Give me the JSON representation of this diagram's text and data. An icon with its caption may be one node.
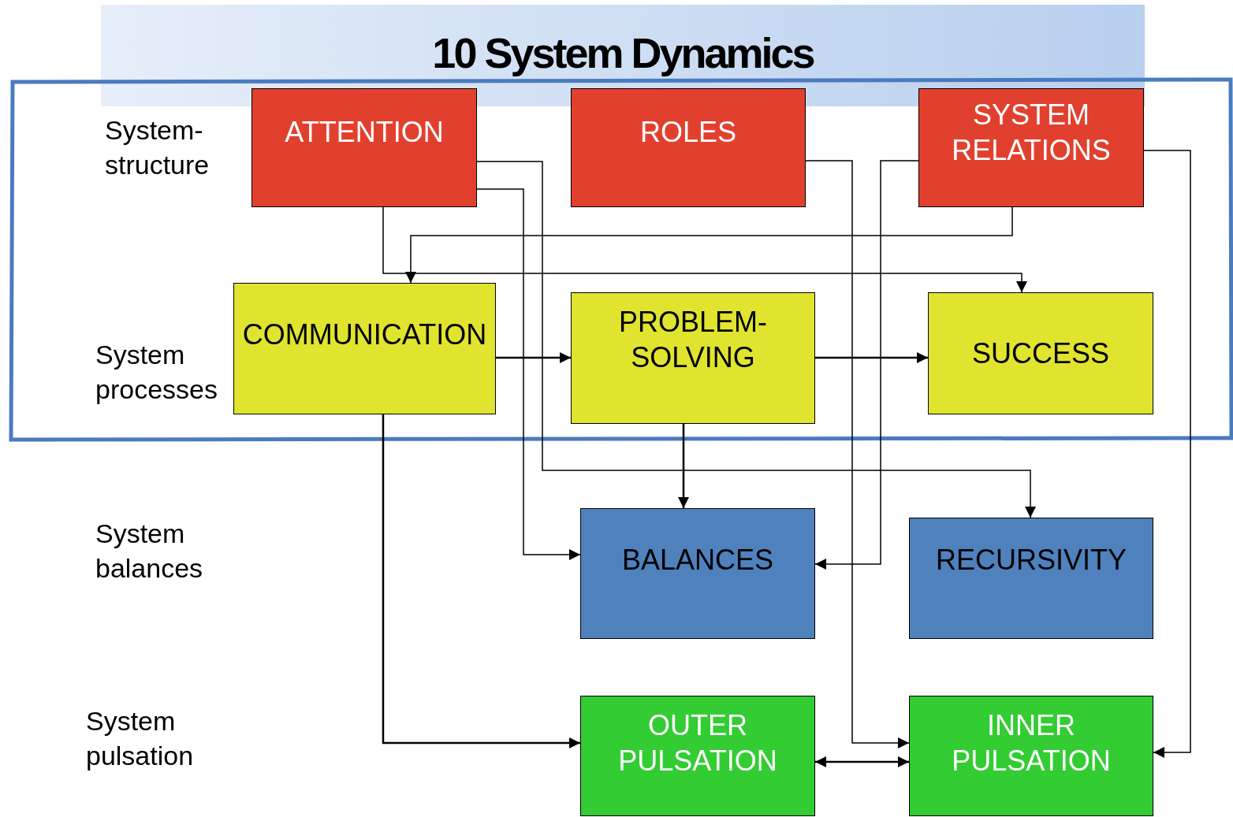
{
  "diagram": {
    "title": "10 System Dynamics",
    "nodes": [
      {
        "text": [
          "ATTENTION"
        ]
      },
      {
        "text": [
          "ROLES"
        ]
      },
      {
        "text": [
          "SYSTEM RELATIONS"
        ]
      },
      {
        "text": [
          "COMMUNICATION"
        ]
      },
      {
        "text": [
          "PROBLEM- SOLVING"
        ]
      },
      {
        "text": [
          "SUCCESS"
        ]
      },
      {
        "text": [
          "BALANCES"
        ]
      },
      {
        "text": [
          "RECURSIVITY"
        ]
      },
      {
        "text": [
          "OUTER PULSATION"
        ]
      },
      {
        "text": [
          "INNER PULSATION"
        ]
      }
    ],
    "edges": [
      {
        "from": 0,
        "to": 5,
        "arrow": "to"
      },
      {
        "from": 0,
        "to": 7,
        "arrow": "to"
      },
      {
        "from": 0,
        "to": 6,
        "arrow": "to"
      },
      {
        "from": 1,
        "to": 9,
        "arrow": "to"
      },
      {
        "from": 2,
        "to": 6,
        "arrow": "to"
      },
      {
        "from": 2,
        "to": 3,
        "arrow": "to"
      },
      {
        "from": 2,
        "to": 9,
        "arrow": "to"
      },
      {
        "from": 3,
        "to": 4,
        "arrow": "to"
      },
      {
        "from": 4,
        "to": 5,
        "arrow": "to"
      },
      {
        "from": 4,
        "to": 6,
        "arrow": "to"
      },
      {
        "from": 3,
        "to": 8,
        "arrow": "to"
      },
      {
        "from": 8,
        "to": 9,
        "arrow": "both"
      }
    ],
    "labels": [
      "System-structure",
      "System processes",
      "System balances",
      "System pulsation"
    ]
  }
}
